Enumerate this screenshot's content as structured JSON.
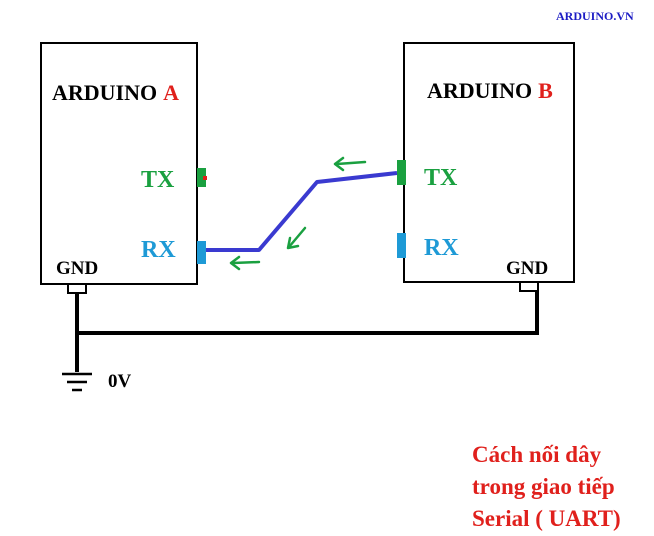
{
  "watermark": "ARDUINO.VN",
  "board_a": {
    "name": "ARDUINO",
    "letter": "A",
    "tx_label": "TX",
    "rx_label": "RX",
    "gnd_label": "GND"
  },
  "board_b": {
    "name": "ARDUINO",
    "letter": "B",
    "tx_label": "TX",
    "rx_label": "RX",
    "gnd_label": "GND"
  },
  "ground_label": "0V",
  "caption": {
    "line1": "Cách nối dây",
    "line2": "trong giao tiếp",
    "line3": "Serial ( UART)"
  },
  "colors": {
    "tx": "#1aa040",
    "rx": "#1e9ad6",
    "wire_signal": "#3a3ad0",
    "letter": "#e0201c",
    "caption": "#e0201c",
    "watermark": "#1c1cc4",
    "arrow": "#1aa040"
  }
}
